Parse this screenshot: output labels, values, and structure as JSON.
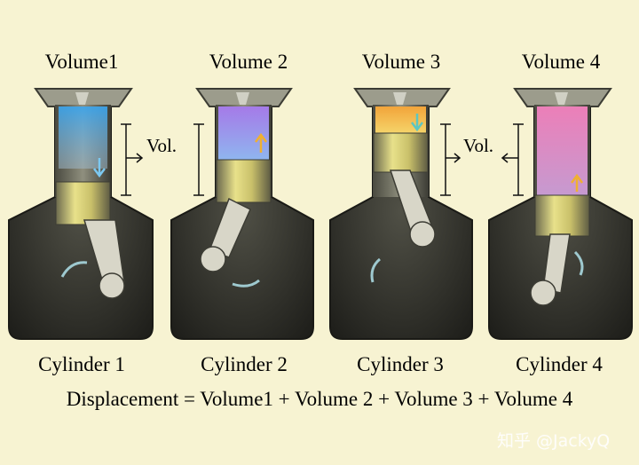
{
  "volumes": [
    "Volume1",
    "Volume 2",
    "Volume 3",
    "Volume 4"
  ],
  "cylinders": [
    "Cylinder 1",
    "Cylinder 2",
    "Cylinder 3",
    "Cylinder 4"
  ],
  "vol_label": "Vol.",
  "formula": "Displacement = Volume1 + Volume 2 + Volume 3 + Volume 4",
  "watermark": "知乎 @JackyQ",
  "colors": {
    "background": "#f7f3d2",
    "cylinder1_gas": "#6fb6f0",
    "cylinder2_gas": "#b48ae6",
    "cylinder3_gas": "#f5b24a",
    "cylinder4_gas": "#e889c0",
    "crankcase": "#2f2f2a",
    "piston": "#d9d27a",
    "rod": "#d8d6c8"
  }
}
